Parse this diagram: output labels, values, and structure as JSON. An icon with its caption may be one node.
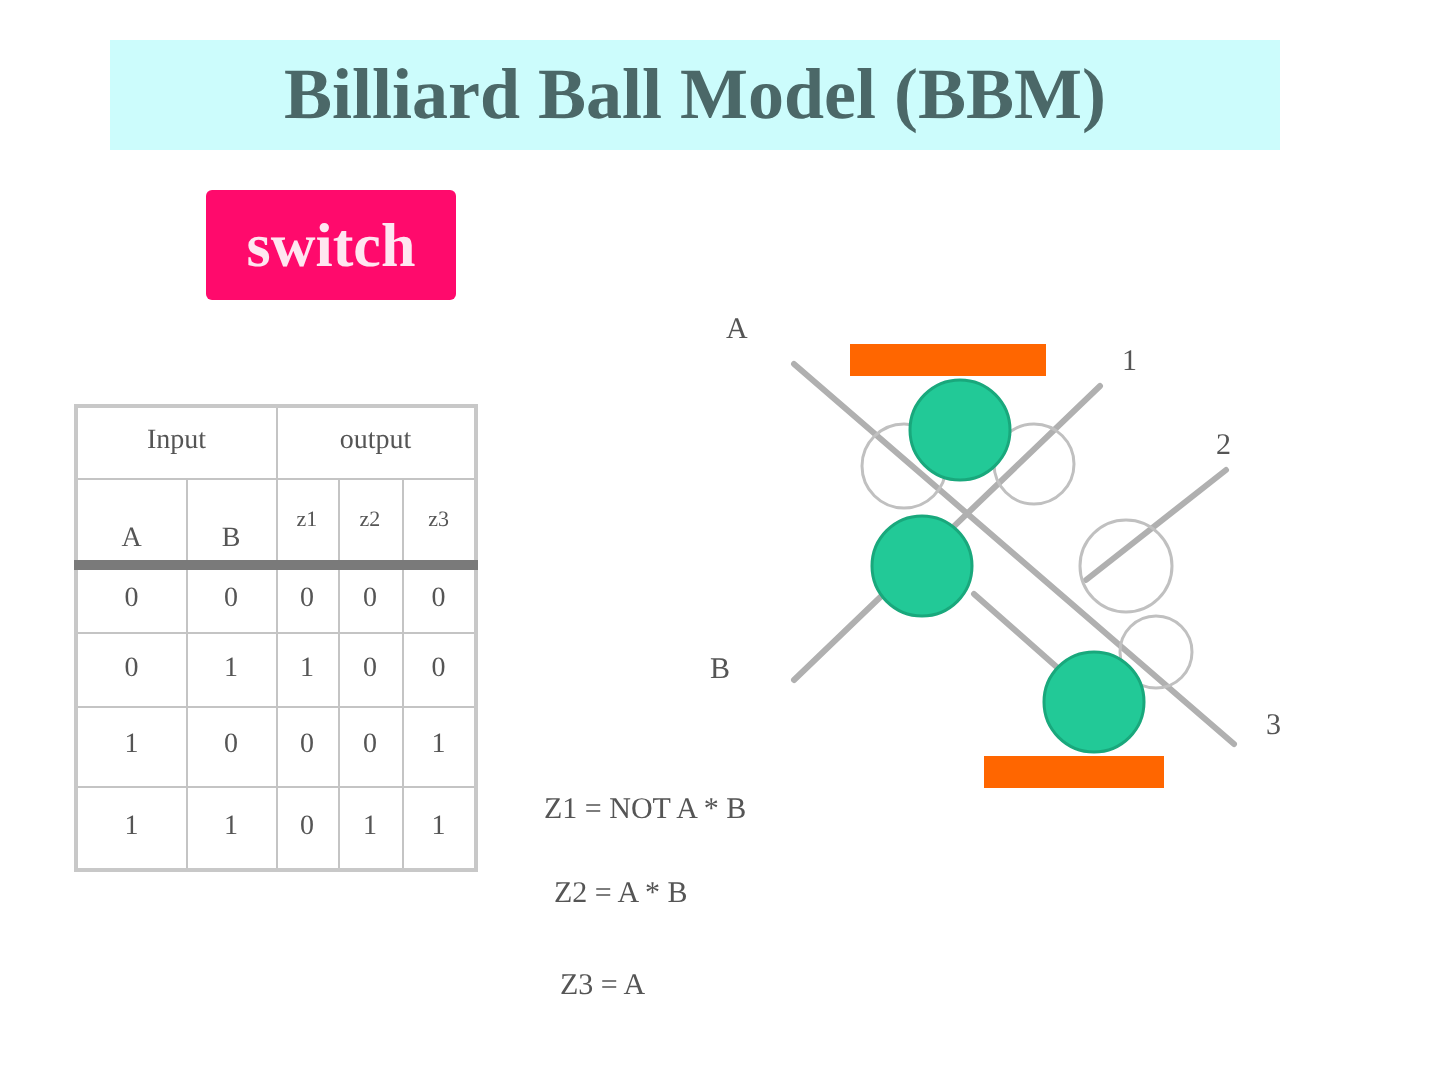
{
  "diagram": {
    "title": "Billiard Ball Model (BBM)",
    "nodes": [
      {
        "text": [
          "switch"
        ]
      }
    ],
    "labels": [
      "Input",
      "output",
      "A",
      "B",
      "z1",
      "z2",
      "z3",
      "0",
      "0",
      "0",
      "0",
      "0",
      "0",
      "1",
      "1",
      "0",
      "0",
      "1",
      "0",
      "0",
      "0",
      "1",
      "1",
      "1",
      "0",
      "1",
      "1",
      "A",
      "1",
      "2",
      "B",
      "3",
      "Z1 = NOT A * B",
      "Z2 = A * B",
      "Z3 = A"
    ]
  }
}
